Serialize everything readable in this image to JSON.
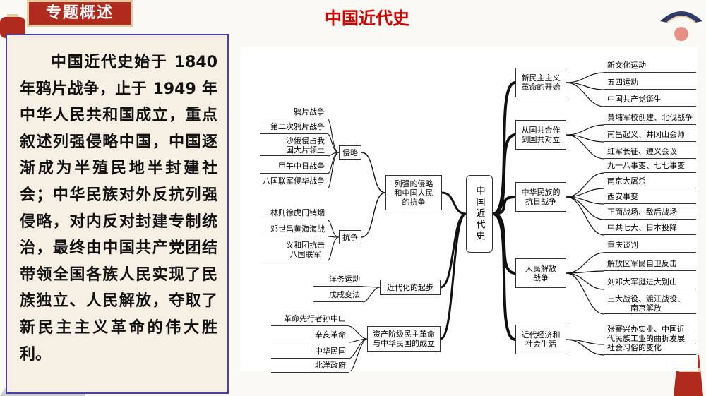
{
  "header": {
    "tag_label": "专题概述",
    "title": "中国近代史"
  },
  "summary": {
    "text": "中国近代史始于 1840 年鸦片战争，止于 1949 年中华人民共和国成立，重点叙述列强侵略中国，中国逐渐成为半殖民地半封建社会；中华民族对外反抗列强侵略，对内反对封建专制统治，最终由中国共产党团结带领全国各族人民实现了民族独立、人民解放，夺取了新民主主义革命的伟大胜利。"
  },
  "mindmap": {
    "center": "中国近代史",
    "left": [
      {
        "label": "列强的侵略\n和中国人民\n的抗争",
        "groups": [
          {
            "label": "侵略",
            "items": [
              "鸦片战争",
              "第二次鸦片战争",
              "沙俄侵占我\n国大片领土",
              "甲午中日战争",
              "八国联军侵华战争"
            ]
          },
          {
            "label": "抗争",
            "items": [
              "林则徐虎门销烟",
              "邓世昌黄海海战",
              "义和团抗击\n八国联军"
            ]
          }
        ]
      },
      {
        "label": "近代化的起步",
        "items": [
          "洋务运动",
          "戊戌变法"
        ]
      },
      {
        "label": "资产阶级民主革命\n与中华民国的成立",
        "items": [
          "革命先行者孙中山",
          "辛亥革命",
          "中华民国",
          "北洋政府"
        ]
      }
    ],
    "right": [
      {
        "label": "新民主主义\n革命的开始",
        "items": [
          "新文化运动",
          "五四运动",
          "中国共产党诞生"
        ]
      },
      {
        "label": "从国共合作\n到国共对立",
        "items": [
          "黄埔军校创建、北伐战争",
          "南昌起义、井冈山会师",
          "红军长征、遵义会议"
        ]
      },
      {
        "label": "中华民族的\n抗日战争",
        "items": [
          "九一八事变、七七事变",
          "南京大屠杀",
          "西安事变",
          "正面战场、敌后战场",
          "中共七大、日本投降"
        ]
      },
      {
        "label": "人民解放\n战争",
        "items": [
          "重庆谈判",
          "解放区军民自卫反击",
          "刘邓大军挺进大别山",
          "三大战役、渡江战役、\n南京解放"
        ]
      },
      {
        "label": "近代经济和\n社会生活",
        "items": [
          "张謇兴办实业、中国近\n代民族工业的曲折发展",
          "社会习俗的变化"
        ]
      }
    ]
  },
  "colors": {
    "accent_red": "#b02a1e",
    "title_red": "#d00000",
    "panel_border": "#4b3fa8"
  }
}
